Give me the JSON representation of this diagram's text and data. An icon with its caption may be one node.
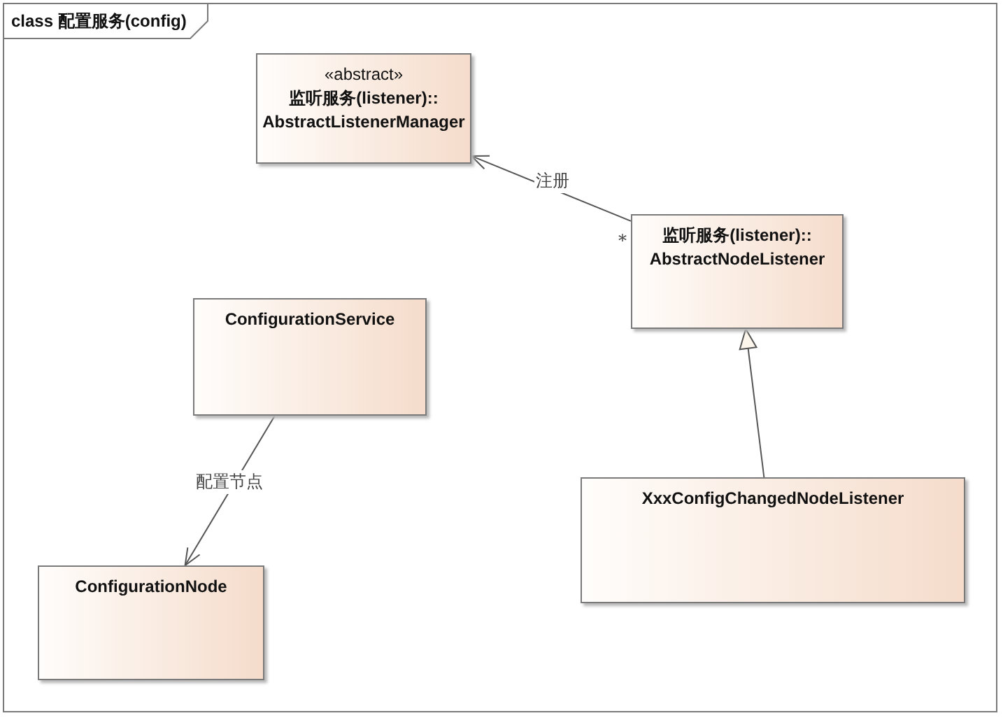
{
  "diagram": {
    "nodes": [
      {
        "text": [
          "class 配置服务(config)"
        ]
      },
      {
        "text": [
          "«abstract»",
          "监听服务(listener):: AbstractListenerManager"
        ],
        "in": 0
      },
      {
        "text": [
          "监听服务(listener):: AbstractNodeListener"
        ],
        "in": 0
      },
      {
        "text": [
          "ConfigurationService"
        ],
        "in": 0
      },
      {
        "text": [
          "ConfigurationNode"
        ],
        "in": 0
      },
      {
        "text": [
          "XxxConfigChangedNodeListener"
        ],
        "in": 0
      }
    ],
    "edges": [
      {
        "from": 2,
        "to": 1,
        "arrow": "to",
        "label": "注册"
      },
      {
        "from": 3,
        "to": 4,
        "arrow": "to",
        "label": "配置节点"
      },
      {
        "from": 5,
        "to": 2,
        "arrow": "to"
      }
    ],
    "labels": [
      "*"
    ]
  }
}
